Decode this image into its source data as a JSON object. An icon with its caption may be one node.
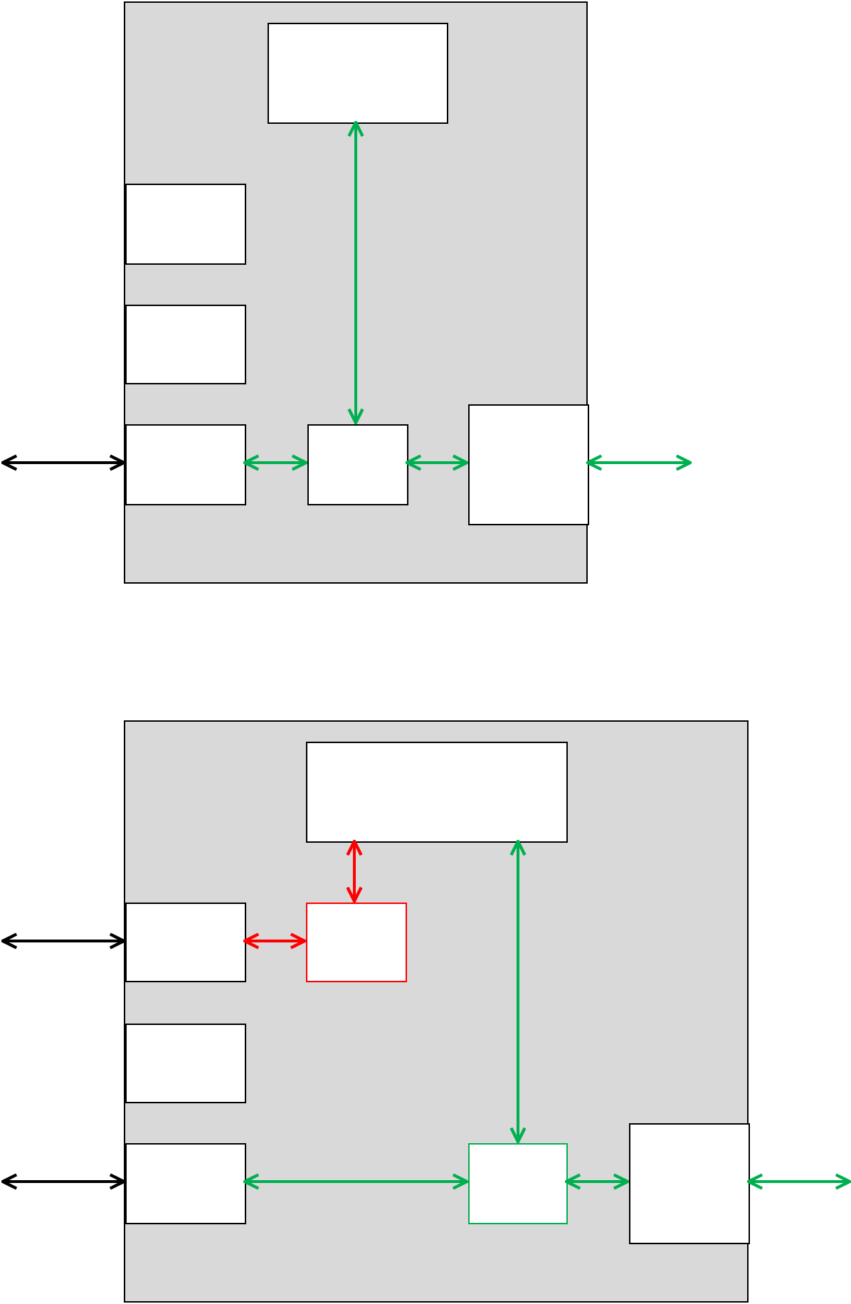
{
  "diagram": {
    "nodes": [
      {
        "text": [],
        "shape": "box"
      },
      {
        "text": [],
        "shape": "box",
        "in": 0
      },
      {
        "text": [],
        "shape": "box",
        "in": 0
      },
      {
        "text": [],
        "shape": "box",
        "in": 0
      },
      {
        "text": [],
        "shape": "box",
        "in": 0
      },
      {
        "text": [],
        "shape": "box",
        "in": 0
      },
      {
        "text": [],
        "shape": "box",
        "in": 0
      },
      {
        "text": [],
        "shape": "box"
      },
      {
        "text": [],
        "shape": "box",
        "in": 7
      },
      {
        "text": [],
        "shape": "box",
        "in": 7
      },
      {
        "text": [],
        "shape": "box",
        "in": 7
      },
      {
        "text": [],
        "shape": "box",
        "in": 7
      },
      {
        "text": [],
        "shape": "box",
        "in": 7
      },
      {
        "text": [],
        "shape": "box",
        "in": 7
      },
      {
        "text": [],
        "shape": "box",
        "in": 7
      }
    ],
    "edges": [
      {
        "from": null,
        "to": 4,
        "arrow": "both",
        "color": "#000000"
      },
      {
        "from": 1,
        "to": 5,
        "arrow": "both"
      },
      {
        "from": 4,
        "to": 5,
        "arrow": "both"
      },
      {
        "from": 5,
        "to": 6,
        "arrow": "both"
      },
      {
        "from": 6,
        "to": null,
        "arrow": "both"
      },
      {
        "from": null,
        "to": 9,
        "arrow": "both",
        "color": "#000000"
      },
      {
        "from": 8,
        "to": 10,
        "arrow": "both",
        "color": "#ff0000"
      },
      {
        "from": 9,
        "to": 10,
        "arrow": "both",
        "color": "#ff0000"
      },
      {
        "from": 8,
        "to": 13,
        "arrow": "both"
      },
      {
        "from": null,
        "to": 12,
        "arrow": "both",
        "color": "#000000"
      },
      {
        "from": 12,
        "to": 13,
        "arrow": "both"
      },
      {
        "from": 13,
        "to": 14,
        "arrow": "both"
      },
      {
        "from": 14,
        "to": null,
        "arrow": "both"
      }
    ]
  }
}
